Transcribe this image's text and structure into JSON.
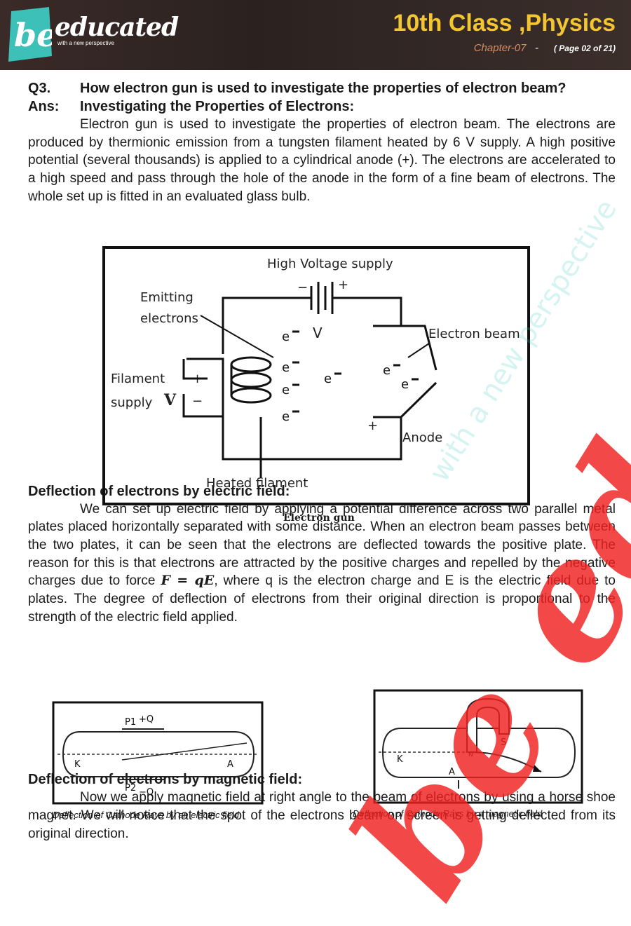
{
  "header": {
    "logo_main": "be",
    "logo_sub": "educated",
    "logo_tagline": "with a new perspective",
    "class_title": "10th Class ,Physics",
    "chapter": "Chapter-07",
    "separator": "-",
    "page": "( Page 02 of 21)"
  },
  "q3": {
    "label": "Q3.",
    "question": "How electron gun is used to investigate the properties of electron beam?",
    "ans_label": "Ans:",
    "ans_title": "Investigating the Properties of Electrons:",
    "para": "Electron gun is used to investigate the properties of electron beam. The electrons are produced by thermionic emission from a tungsten filament heated by 6 V supply. A high positive potential (several thousands) is applied to a cylindrical anode (+). The electrons are accelerated to a high speed and pass through the hole of the anode in the form of a fine beam of electrons. The whole set up is fitted in an evaluated glass bulb."
  },
  "diagram": {
    "high_voltage": "High Voltage supply",
    "minus": "−",
    "plus": "+",
    "v": "V",
    "emitting_1": "Emitting",
    "emitting_2": "electrons",
    "electron_beam": "Electron beam",
    "filament_1": "Filament",
    "filament_2": "supply",
    "anode": "Anode",
    "heated": "Heated filament",
    "electron": "e",
    "caption": "Electron gun"
  },
  "electric": {
    "title": "Deflection of electrons by electric field:",
    "para_a": "We can set up electric field by applying a potential difference across two parallel metal plates placed horizontally separated with some distance. When an electron beam passes between the two plates, it can be seen that the electrons are deflected towards the positive plate. The reason for this is that electrons are attracted by the positive charges and repelled by the negative charges due to force ",
    "formula": "F = qE",
    "para_b": ", where q is the electron charge and E is the electric field due to plates. The degree of deflection of electrons from their original direction is proportional to the strength of the electric field applied."
  },
  "figures": {
    "left": {
      "p1": "P1",
      "q_top": "+Q",
      "k": "K",
      "a": "A",
      "p2": "P2",
      "q_bot": "−Q",
      "caption": "Deflection of Cathode Rays by an electric field"
    },
    "right": {
      "k": "K",
      "a": "A",
      "s": "S",
      "n": "N",
      "caption": "Deflection of Cathode Rays by a magnetic field"
    }
  },
  "magnetic": {
    "title": "Deflection of electrons by magnetic field:",
    "para": "Now we apply magnetic field at right angle to the beam of electrons by using a horse shoe magnet. We will notice that the spot of the electrons beam on screen is getting deflected from its original direction."
  },
  "watermark": {
    "main": "be educated",
    "sub": "with a new perspective"
  },
  "colors": {
    "header_bg": "#2b2220",
    "title_yellow": "#f2c531",
    "chapter_orange": "#d88c62",
    "watermark_red": "#f02020",
    "logo_teal": "#3cc8c0"
  }
}
